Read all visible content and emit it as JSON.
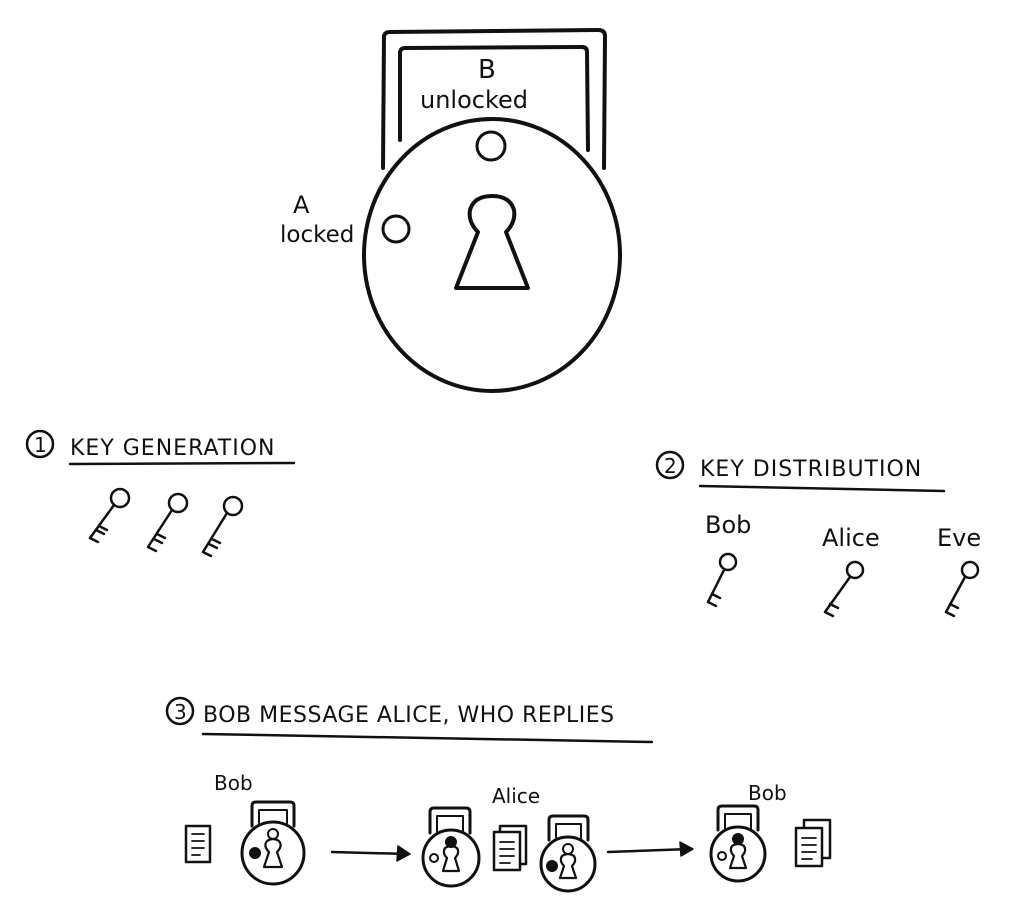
{
  "big_lock": {
    "label_b": "B",
    "label_b_state": "unlocked",
    "label_a": "A",
    "label_a_state": "locked"
  },
  "section_1": {
    "number": "1",
    "title": "KEY GENERATION"
  },
  "section_2": {
    "number": "2",
    "title": "KEY DISTRIBUTION",
    "people": [
      "Bob",
      "Alice",
      "Eve"
    ]
  },
  "section_3": {
    "number": "3",
    "title": "BOB MESSAGE ALICE, WHO REPLIES",
    "stage_labels": [
      "Bob",
      "Alice",
      "Bob"
    ]
  },
  "colors": {
    "ink": "#111111",
    "paper": "#ffffff"
  }
}
